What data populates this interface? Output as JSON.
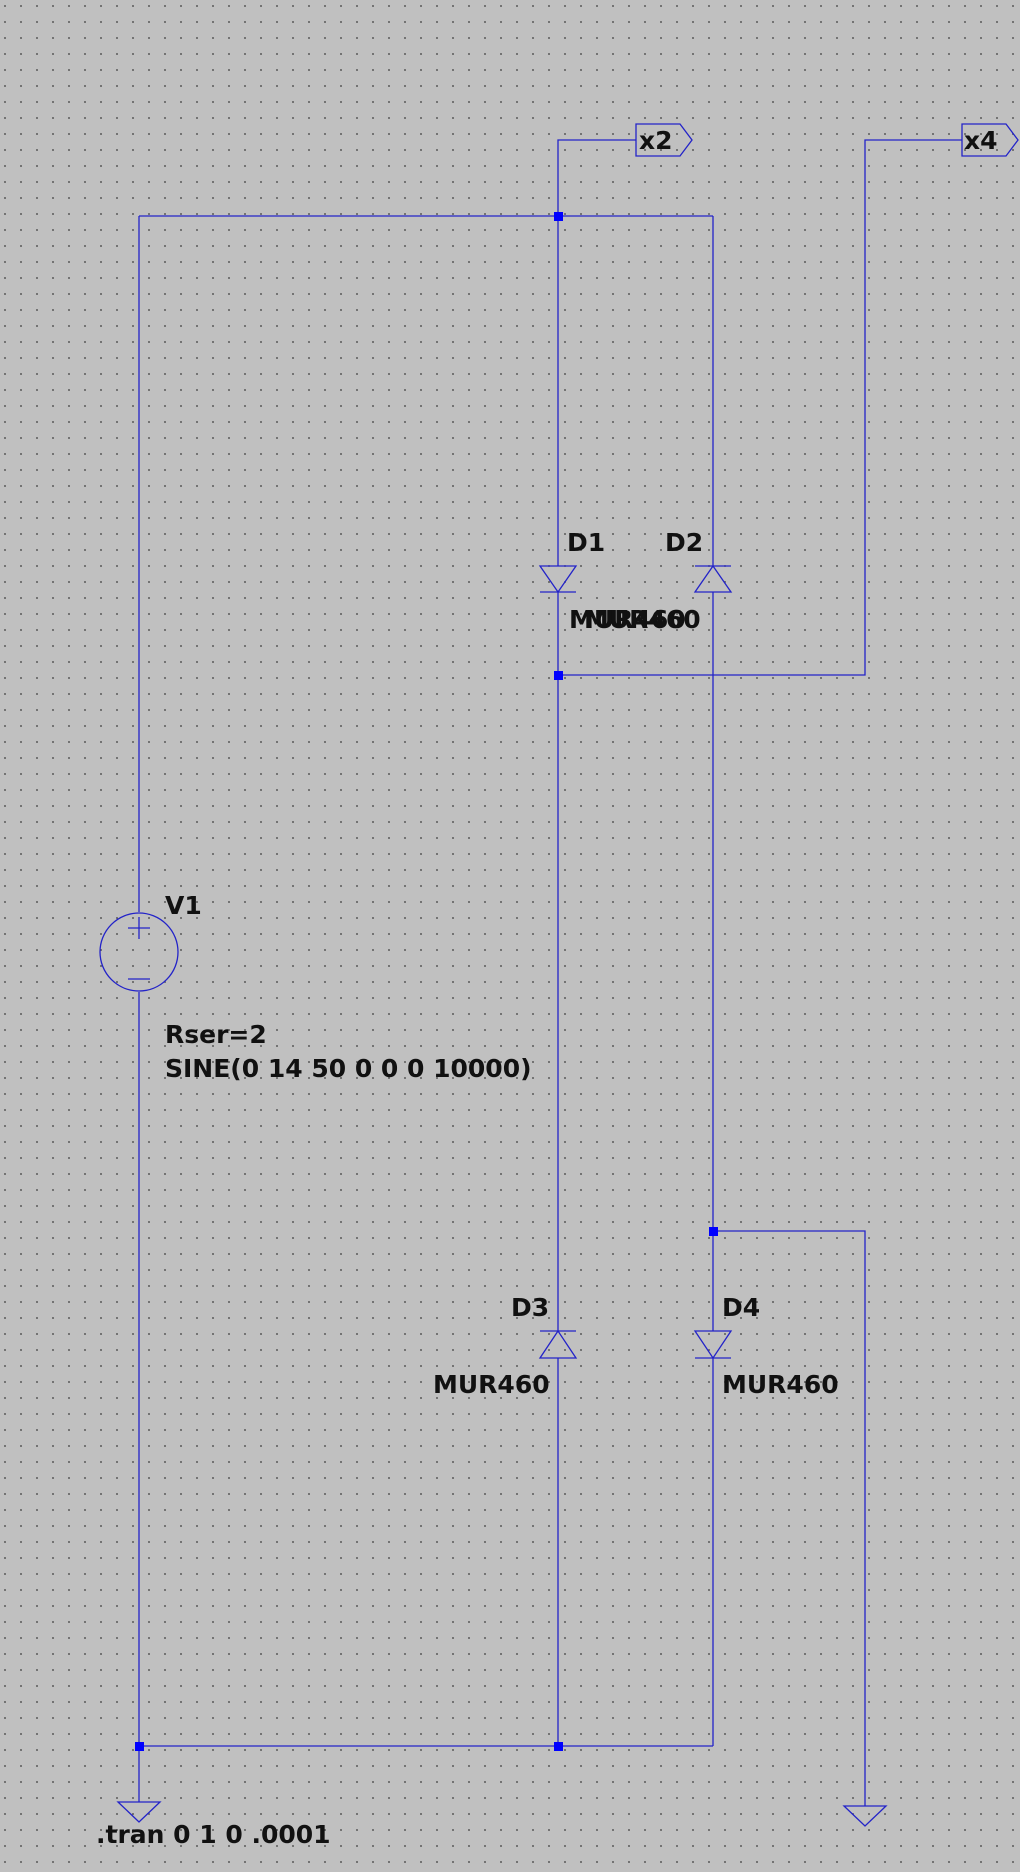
{
  "components": {
    "d1": {
      "ref": "D1",
      "model": "MUR460"
    },
    "d2": {
      "ref": "D2",
      "model": "MUR460"
    },
    "d3": {
      "ref": "D3",
      "model": "MUR460"
    },
    "d4": {
      "ref": "D4",
      "model": "MUR460"
    },
    "v1": {
      "ref": "V1",
      "rser": "Rser=2",
      "value": "SINE(0 14 50 0 0 0 10000)"
    }
  },
  "net_labels": {
    "x2": "x2",
    "x4": "x4"
  },
  "directive": ".tran 0 1 0 .0001",
  "colors": {
    "background": "#c0c0c0",
    "wire": "#2323c8",
    "junction": "#0000ff",
    "text": "#111111"
  }
}
